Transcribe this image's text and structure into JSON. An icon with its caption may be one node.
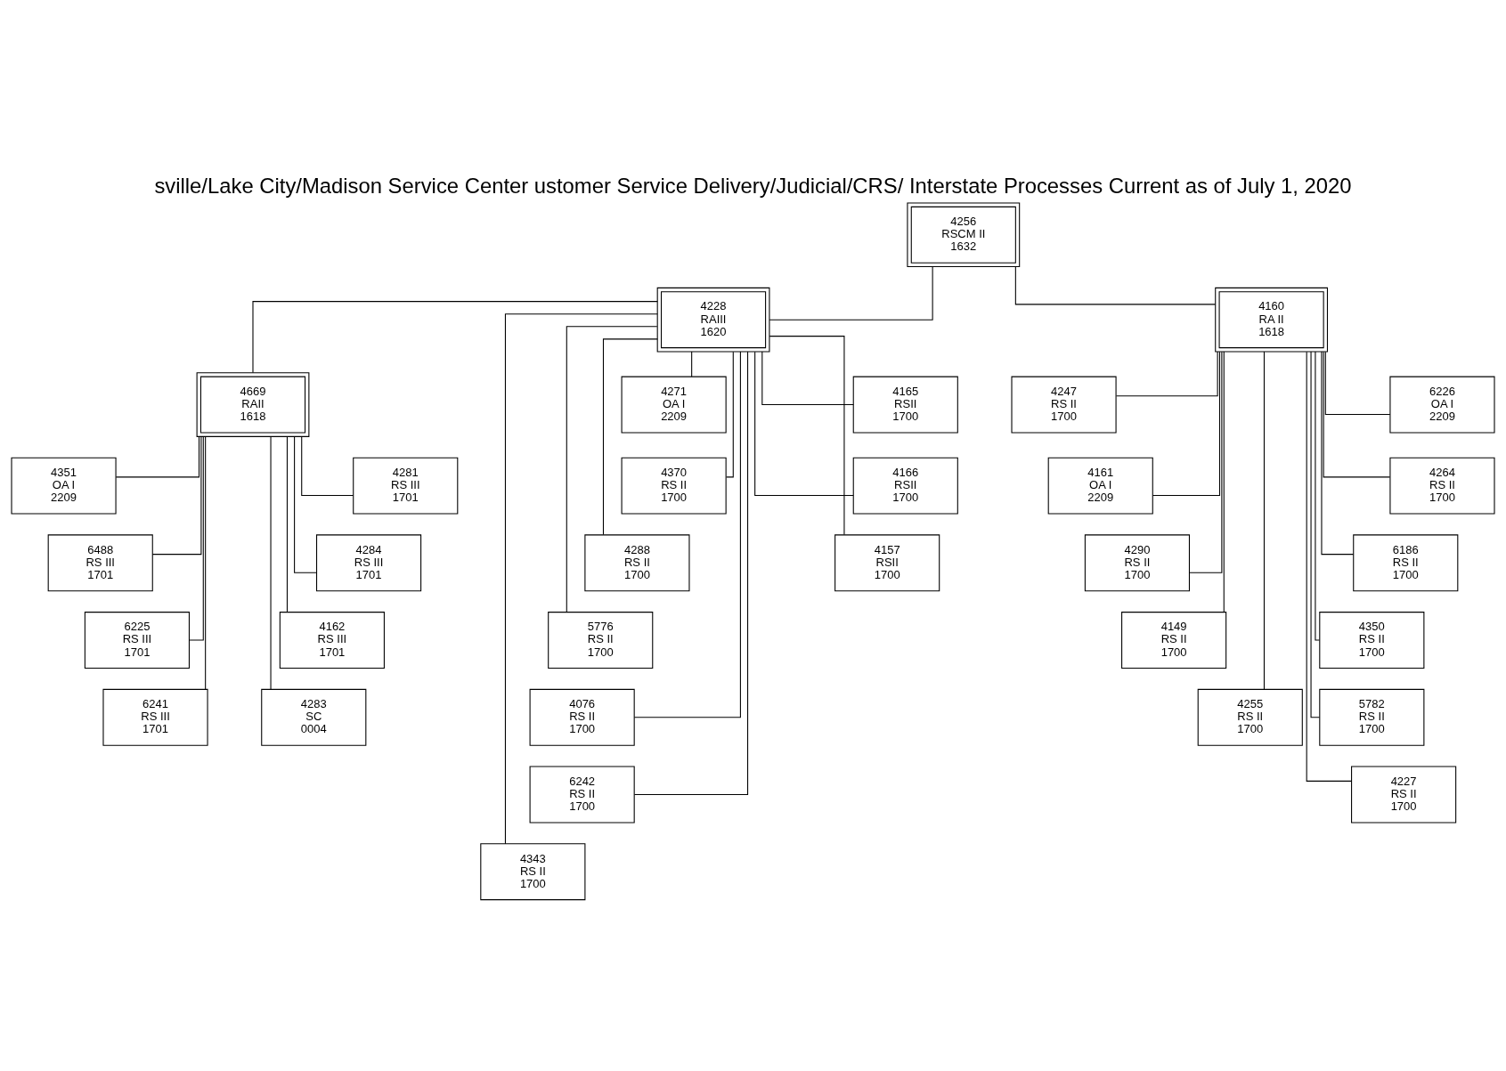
{
  "diagram": {
    "title": "sville/Lake City/Madison Service Center ustomer Service Delivery/Judicial/CRS/ Interstate Processes Current as of July 1, 2020",
    "nodes": [
      {
        "text": [
          "4256",
          "RSCM II",
          "1632"
        ]
      },
      {
        "text": [
          "4228",
          "RAIII",
          "1620"
        ]
      },
      {
        "text": [
          "4160",
          "RA II",
          "1618"
        ]
      },
      {
        "text": [
          "4669",
          "RAII",
          "1618"
        ]
      },
      {
        "text": [
          "4271",
          "OA I",
          "2209"
        ]
      },
      {
        "text": [
          "4370",
          "RS II",
          "1700"
        ]
      },
      {
        "text": [
          "4288",
          "RS II",
          "1700"
        ]
      },
      {
        "text": [
          "5776",
          "RS II",
          "1700"
        ]
      },
      {
        "text": [
          "4076",
          "RS II",
          "1700"
        ]
      },
      {
        "text": [
          "6242",
          "RS II",
          "1700"
        ]
      },
      {
        "text": [
          "4343",
          "RS II",
          "1700"
        ]
      },
      {
        "text": [
          "4165",
          "RSII",
          "1700"
        ]
      },
      {
        "text": [
          "4166",
          "RSII",
          "1700"
        ]
      },
      {
        "text": [
          "4157",
          "RSII",
          "1700"
        ]
      },
      {
        "text": [
          "4351",
          "OA I",
          "2209"
        ]
      },
      {
        "text": [
          "4281",
          "RS III",
          "1701"
        ]
      },
      {
        "text": [
          "6488",
          "RS III",
          "1701"
        ]
      },
      {
        "text": [
          "4284",
          "RS III",
          "1701"
        ]
      },
      {
        "text": [
          "6225",
          "RS III",
          "1701"
        ]
      },
      {
        "text": [
          "4162",
          "RS III",
          "1701"
        ]
      },
      {
        "text": [
          "6241",
          "RS III",
          "1701"
        ]
      },
      {
        "text": [
          "4283",
          "SC",
          "0004"
        ]
      },
      {
        "text": [
          "4247",
          "RS II",
          "1700"
        ]
      },
      {
        "text": [
          "6226",
          "OA I",
          "2209"
        ]
      },
      {
        "text": [
          "4161",
          "OA I",
          "2209"
        ]
      },
      {
        "text": [
          "4264",
          "RS II",
          "1700"
        ]
      },
      {
        "text": [
          "4290",
          "RS II",
          "1700"
        ]
      },
      {
        "text": [
          "6186",
          "RS II",
          "1700"
        ]
      },
      {
        "text": [
          "4149",
          "RS II",
          "1700"
        ]
      },
      {
        "text": [
          "4350",
          "RS II",
          "1700"
        ]
      },
      {
        "text": [
          "4255",
          "RS II",
          "1700"
        ]
      },
      {
        "text": [
          "5782",
          "RS II",
          "1700"
        ]
      },
      {
        "text": [
          "4227",
          "RS II",
          "1700"
        ]
      }
    ],
    "edges": [
      {
        "from": 0,
        "to": 1,
        "arrow": "none"
      },
      {
        "from": 0,
        "to": 2,
        "arrow": "none"
      },
      {
        "from": 1,
        "to": 3,
        "arrow": "none"
      },
      {
        "from": 1,
        "to": 4,
        "arrow": "none"
      },
      {
        "from": 1,
        "to": 5,
        "arrow": "none"
      },
      {
        "from": 1,
        "to": 6,
        "arrow": "none"
      },
      {
        "from": 1,
        "to": 7,
        "arrow": "none"
      },
      {
        "from": 1,
        "to": 8,
        "arrow": "none"
      },
      {
        "from": 1,
        "to": 9,
        "arrow": "none"
      },
      {
        "from": 1,
        "to": 10,
        "arrow": "none"
      },
      {
        "from": 1,
        "to": 11,
        "arrow": "none"
      },
      {
        "from": 1,
        "to": 12,
        "arrow": "none"
      },
      {
        "from": 1,
        "to": 13,
        "arrow": "none"
      },
      {
        "from": 3,
        "to": 14,
        "arrow": "none"
      },
      {
        "from": 3,
        "to": 15,
        "arrow": "none"
      },
      {
        "from": 3,
        "to": 16,
        "arrow": "none"
      },
      {
        "from": 3,
        "to": 17,
        "arrow": "none"
      },
      {
        "from": 3,
        "to": 18,
        "arrow": "none"
      },
      {
        "from": 3,
        "to": 19,
        "arrow": "none"
      },
      {
        "from": 3,
        "to": 20,
        "arrow": "none"
      },
      {
        "from": 3,
        "to": 21,
        "arrow": "none"
      },
      {
        "from": 2,
        "to": 22,
        "arrow": "none"
      },
      {
        "from": 2,
        "to": 23,
        "arrow": "none"
      },
      {
        "from": 2,
        "to": 24,
        "arrow": "none"
      },
      {
        "from": 2,
        "to": 25,
        "arrow": "none"
      },
      {
        "from": 2,
        "to": 26,
        "arrow": "none"
      },
      {
        "from": 2,
        "to": 27,
        "arrow": "none"
      },
      {
        "from": 2,
        "to": 28,
        "arrow": "none"
      },
      {
        "from": 2,
        "to": 29,
        "arrow": "none"
      },
      {
        "from": 2,
        "to": 30,
        "arrow": "none"
      },
      {
        "from": 2,
        "to": 31,
        "arrow": "none"
      },
      {
        "from": 2,
        "to": 32,
        "arrow": "none"
      }
    ]
  }
}
